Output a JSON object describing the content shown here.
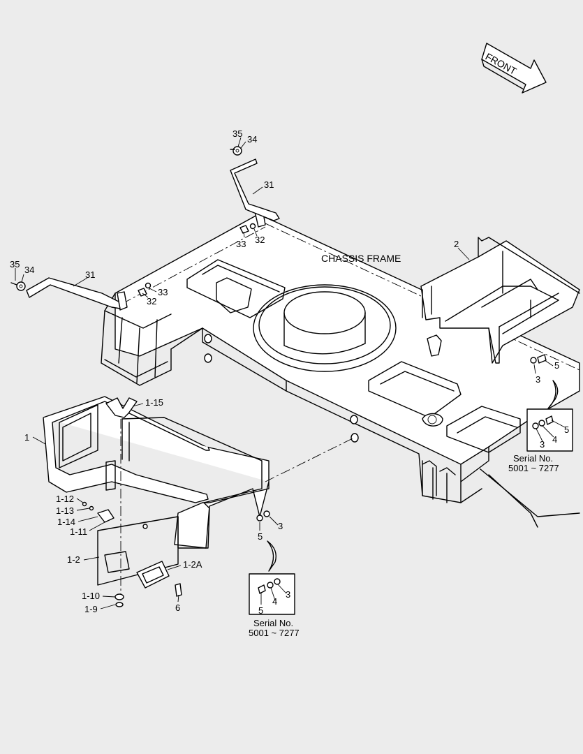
{
  "diagram": {
    "front_label": "FRONT",
    "chassis_label": "CHASSIS FRAME",
    "serial_boxes": [
      {
        "title": "Serial No.",
        "range": "5001 ~ 7277"
      },
      {
        "title": "Serial No.",
        "range": "5001 ~ 7277"
      }
    ],
    "callouts": {
      "c35a": "35",
      "c34a": "34",
      "c31a": "31",
      "c33a": "33",
      "c32a": "32",
      "c35b": "35",
      "c34b": "34",
      "c31b": "31",
      "c33b": "33",
      "c32b": "32",
      "c2": "2",
      "c3a": "3",
      "c5a": "5",
      "box1_5": "5",
      "box1_4": "4",
      "box1_3": "3",
      "c1": "1",
      "c1_15": "1-15",
      "c1_12": "1-12",
      "c1_13": "1-13",
      "c1_14": "1-14",
      "c1_11": "1-11",
      "c1_2": "1-2",
      "c1_2A": "1-2A",
      "c1_10": "1-10",
      "c1_9": "1-9",
      "c6": "6",
      "c3b": "3",
      "c5b": "5",
      "box2_5": "5",
      "box2_4": "4",
      "box2_3": "3"
    }
  }
}
